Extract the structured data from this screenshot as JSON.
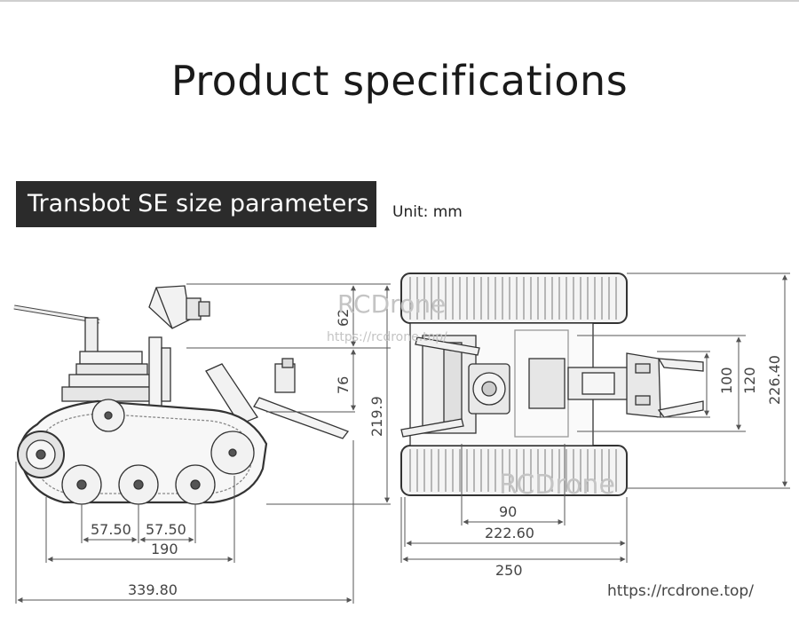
{
  "page": {
    "title": "Product specifications",
    "section_label": "Transbot SE size parameters",
    "unit": "Unit: mm",
    "footer_url": "https://rcdrone.top/"
  },
  "watermarks": {
    "brand": "RCDrone",
    "url": "https://rcdrone.top/"
  },
  "side_view": {
    "dimensions": {
      "head_height": "62",
      "arm_height": "76",
      "body_height": "219.9",
      "wheel_spacing_left": "57.50",
      "wheel_spacing_right": "57.50",
      "wheelbase": "190",
      "overall_length": "339.80"
    }
  },
  "top_view": {
    "dimensions": {
      "inner_height": "100",
      "mid_height": "120",
      "overall_width": "226.40",
      "center_span": "90",
      "track_span": "222.60",
      "overall_length": "250"
    }
  }
}
